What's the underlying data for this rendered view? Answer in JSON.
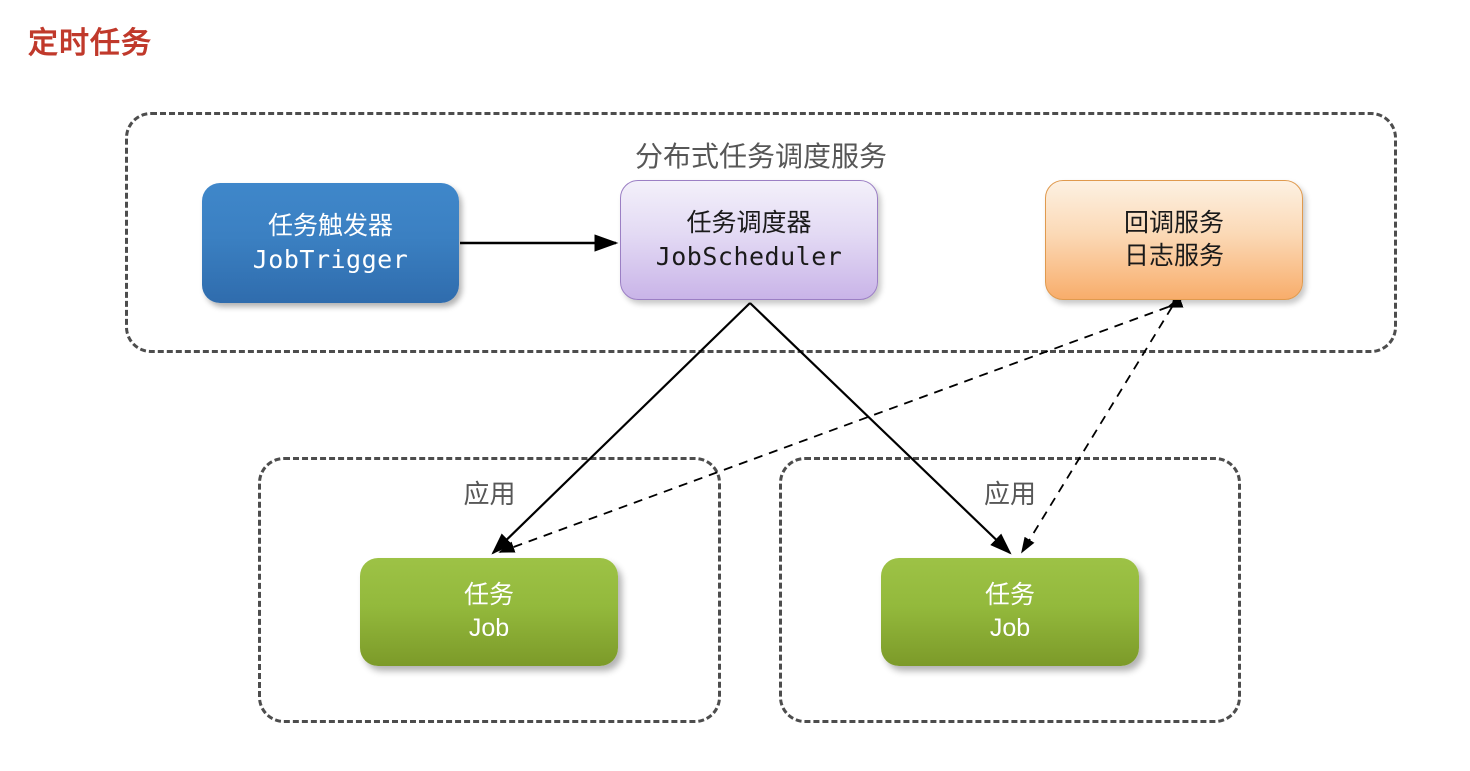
{
  "page": {
    "title": "定时任务",
    "title_color": "#c0392b",
    "background": "#ffffff"
  },
  "service_group": {
    "label": "分布式任务调度服务",
    "border_style": "dashed",
    "border_color": "#4d4d4d"
  },
  "nodes": {
    "job_trigger": {
      "cn": "任务触发器",
      "en": "JobTrigger",
      "color": "#3b80c2",
      "text_color": "#ffffff"
    },
    "job_scheduler": {
      "cn": "任务调度器",
      "en": "JobScheduler",
      "color": "#c9b4e8",
      "text_color": "#1a1a1a"
    },
    "callback_service": {
      "line1": "回调服务",
      "line2": "日志服务",
      "color": "#f8ad6b",
      "text_color": "#1a1a1a"
    },
    "job_left": {
      "cn": "任务",
      "en": "Job",
      "color": "#93b93c",
      "text_color": "#ffffff"
    },
    "job_right": {
      "cn": "任务",
      "en": "Job",
      "color": "#93b93c",
      "text_color": "#ffffff"
    }
  },
  "app_groups": [
    {
      "label": "应用"
    },
    {
      "label": "应用"
    }
  ],
  "connections": [
    {
      "name": "trigger-to-scheduler",
      "from": "job_trigger",
      "to": "job_scheduler",
      "style": "solid",
      "arrow": "end"
    },
    {
      "name": "scheduler-to-job-left",
      "from": "job_scheduler",
      "to": "job_left",
      "style": "solid",
      "arrow": "end"
    },
    {
      "name": "scheduler-to-job-right",
      "from": "job_scheduler",
      "to": "job_right",
      "style": "solid",
      "arrow": "end"
    },
    {
      "name": "job-left-to-callback",
      "from": "job_left",
      "to": "callback_service",
      "style": "dashed",
      "arrow": "both"
    },
    {
      "name": "job-right-to-callback",
      "from": "job_right",
      "to": "callback_service",
      "style": "dashed",
      "arrow": "both"
    }
  ]
}
